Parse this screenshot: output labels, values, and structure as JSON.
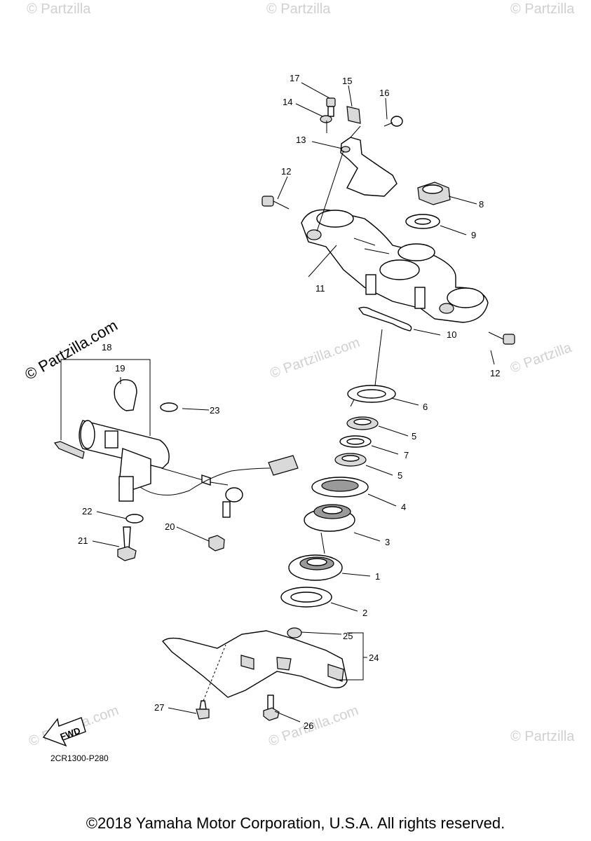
{
  "watermarks": {
    "main": "© Partzilla.com",
    "faint": "© Partzilla",
    "faint_com": "© Partzilla.com"
  },
  "callouts": {
    "c1": "1",
    "c2": "2",
    "c3": "3",
    "c4": "4",
    "c5a": "5",
    "c5b": "5",
    "c6": "6",
    "c7": "7",
    "c8": "8",
    "c9": "9",
    "c10": "10",
    "c11": "11",
    "c12a": "12",
    "c12b": "12",
    "c13": "13",
    "c14": "14",
    "c15": "15",
    "c16": "16",
    "c17": "17",
    "c18": "18",
    "c19": "19",
    "c20": "20",
    "c21": "21",
    "c22": "22",
    "c23": "23",
    "c24": "24",
    "c25": "25",
    "c26": "26",
    "c27": "27"
  },
  "fwd_label": "FWD",
  "diagram_code": "2CR1300-P280",
  "copyright": "©2018 Yamaha Motor Corporation, U.S.A. All rights reserved."
}
